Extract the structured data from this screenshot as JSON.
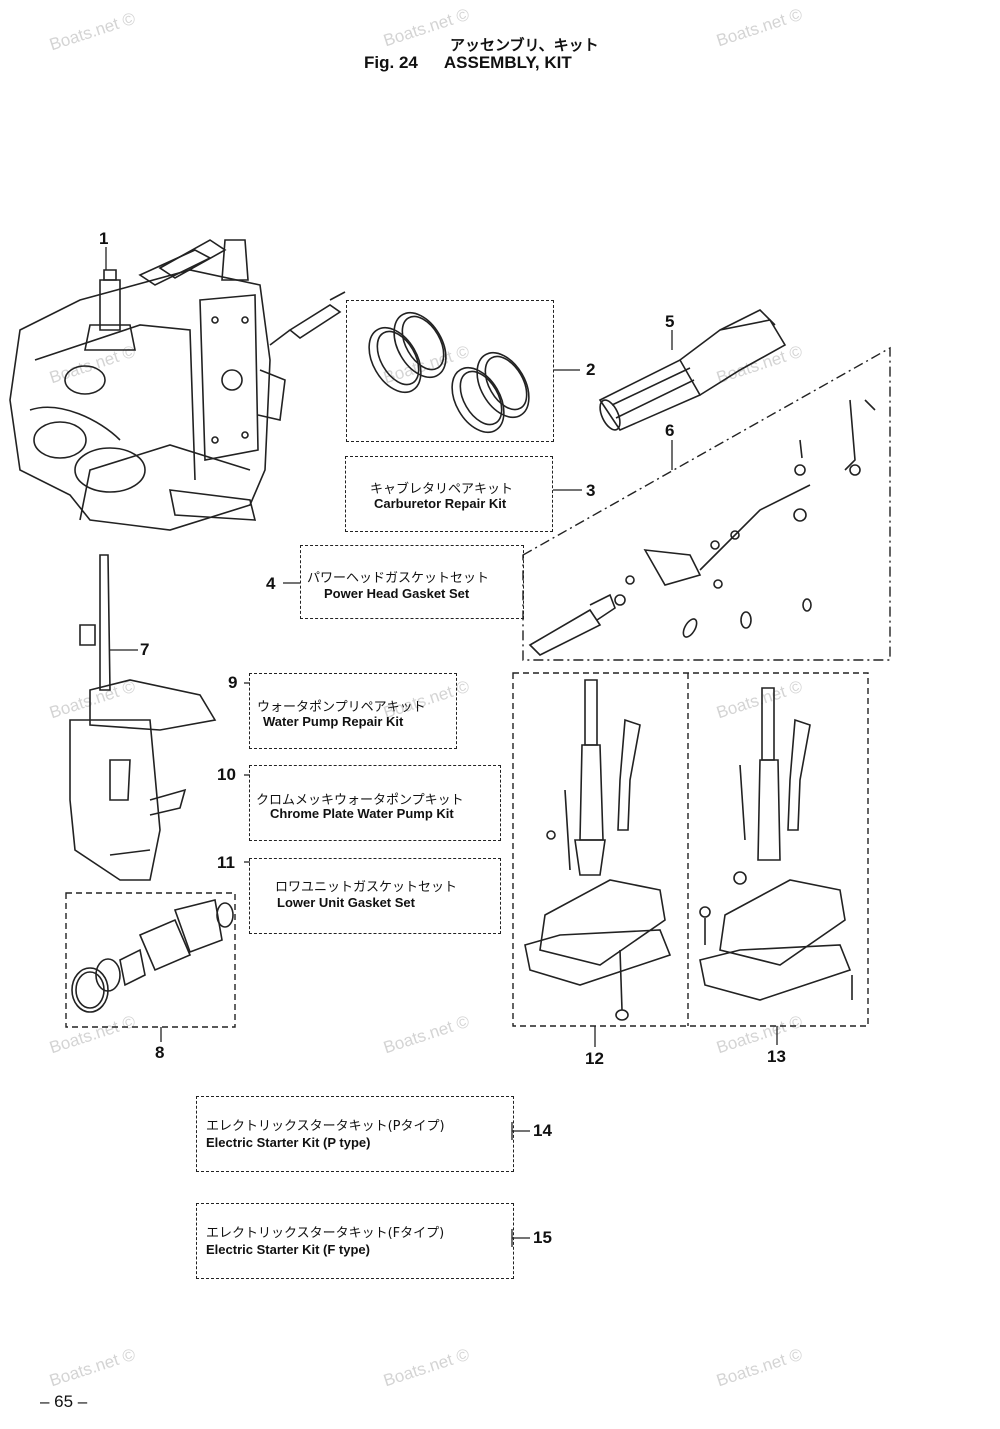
{
  "header": {
    "title_jp": "アッセンブリ、キット",
    "fig_label": "Fig. 24",
    "title_en": "ASSEMBLY, KIT"
  },
  "watermark": "Boats.net ©",
  "parts": [
    {
      "num": "1"
    },
    {
      "num": "2"
    },
    {
      "num": "3",
      "jp": "キャブレタリペアキット",
      "en": "Carburetor Repair Kit"
    },
    {
      "num": "4",
      "jp": "パワーヘッドガスケットセット",
      "en": "Power Head Gasket Set"
    },
    {
      "num": "5"
    },
    {
      "num": "6"
    },
    {
      "num": "7"
    },
    {
      "num": "8"
    },
    {
      "num": "9",
      "jp": "ウォータポンプリペアキット",
      "en": "Water Pump Repair Kit"
    },
    {
      "num": "10",
      "jp": "クロムメッキウォータポンプキット",
      "en": "Chrome Plate Water Pump Kit"
    },
    {
      "num": "11",
      "jp": "ロワユニットガスケットセット",
      "en": "Lower Unit Gasket Set"
    },
    {
      "num": "12"
    },
    {
      "num": "13"
    },
    {
      "num": "14",
      "jp": "エレクトリックスタータキット(Pタイプ)",
      "en": "Electric Starter Kit (P type)"
    },
    {
      "num": "15",
      "jp": "エレクトリックスタータキット(Fタイプ)",
      "en": "Electric Starter Kit (F type)"
    }
  ],
  "page_number": "– 65 –"
}
